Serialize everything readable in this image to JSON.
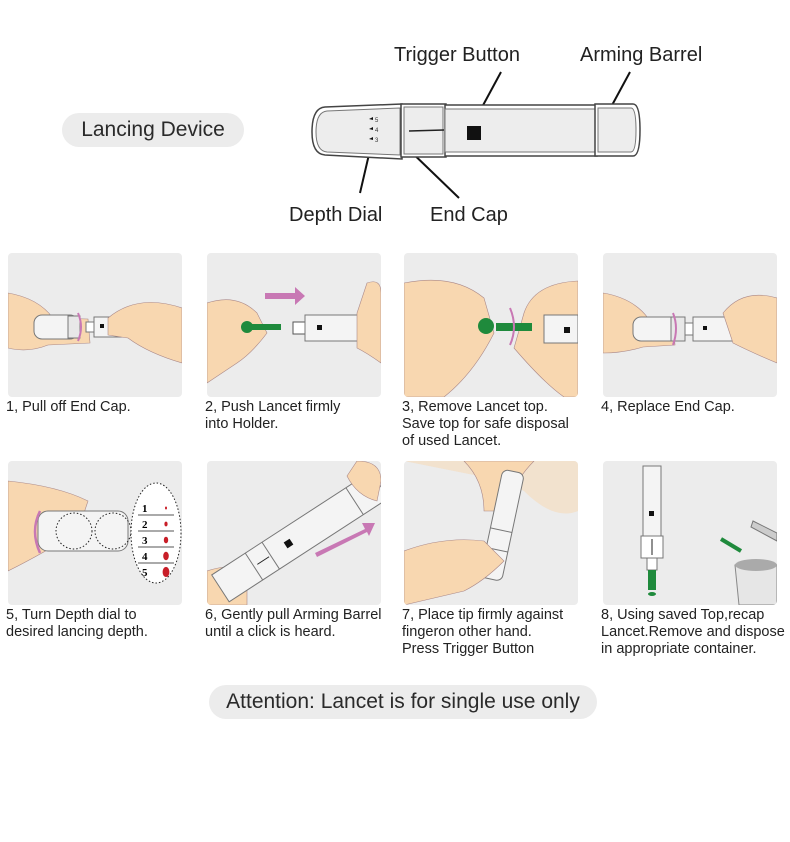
{
  "diagram": {
    "title": "Lancing Device",
    "labels": {
      "trigger_button": "Trigger Button",
      "arming_barrel": "Arming Barrel",
      "depth_dial": "Depth Dial",
      "end_cap": "End Cap"
    },
    "dial_marks": [
      "5",
      "4",
      "3"
    ]
  },
  "steps": [
    {
      "number": "1",
      "lines": [
        "1, Pull off End Cap."
      ]
    },
    {
      "number": "2",
      "lines": [
        "2, Push Lancet firmly",
        "into Holder."
      ]
    },
    {
      "number": "3",
      "lines": [
        "3, Remove Lancet top.",
        "Save top for safe disposal",
        "of used Lancet."
      ]
    },
    {
      "number": "4",
      "lines": [
        "4, Replace End Cap."
      ]
    },
    {
      "number": "5",
      "lines": [
        "5, Turn Depth dial to",
        "desired lancing depth."
      ]
    },
    {
      "number": "6",
      "lines": [
        "6, Gently pull Arming Barrel",
        "until a click is heard."
      ]
    },
    {
      "number": "7",
      "lines": [
        "7, Place tip firmly against",
        "fingeron other hand.",
        "Press Trigger Button"
      ]
    },
    {
      "number": "8",
      "lines": [
        "8, Using saved Top,recap",
        "Lancet.Remove and dispose",
        "in appropriate container."
      ]
    }
  ],
  "depth_legend": [
    "1",
    "2",
    "3",
    "4",
    "5"
  ],
  "attention": "Attention: Lancet is for single use only",
  "colors": {
    "panel_bg": "#ececec",
    "skin": "#f8d7b0",
    "lancet_green": "#1f8a3c",
    "arrow_pink": "#c878b4",
    "blood_red": "#c81e28"
  }
}
